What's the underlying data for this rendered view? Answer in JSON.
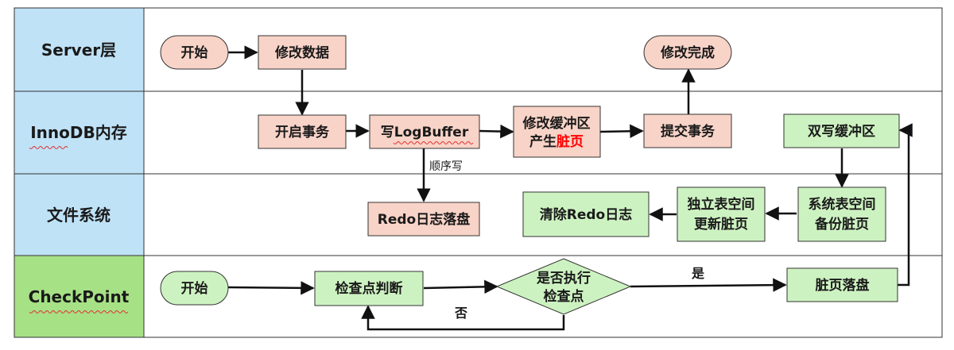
{
  "lanes": {
    "server": "Server层",
    "innodb": "InnoDB内存",
    "fs": "文件系统",
    "checkpoint": "CheckPoint"
  },
  "nodes": {
    "start_top": "开始",
    "modify_data": "修改数据",
    "modify_done": "修改完成",
    "begin_tx": "开启事务",
    "write_logbuffer": "写LogBuffer",
    "modify_buffer_line1": "修改缓冲区",
    "modify_buffer_line2a": "产生",
    "modify_buffer_line2b": "脏页",
    "commit_tx": "提交事务",
    "double_write": "双写缓冲区",
    "redo_flush": "Redo日志落盘",
    "clear_redo": "清除Redo日志",
    "indep_line1": "独立表空间",
    "indep_line2": "更新脏页",
    "sys_line1": "系统表空间",
    "sys_line2": "备份脏页",
    "start_cp": "开始",
    "checkpoint_judge": "检查点判断",
    "decision_line1": "是否执行",
    "decision_line2": "检查点",
    "flush_dirty": "脏页落盘"
  },
  "edges": {
    "sequential_write": "顺序写",
    "yes": "是",
    "no": "否"
  },
  "colors": {
    "lane_blue": "#bfe2f7",
    "lane_green": "#a7e186",
    "pink_fill": "#f8d3c7",
    "green_fill": "#cdf2c1",
    "border": "#333333",
    "accent_red": "#ff0000"
  }
}
